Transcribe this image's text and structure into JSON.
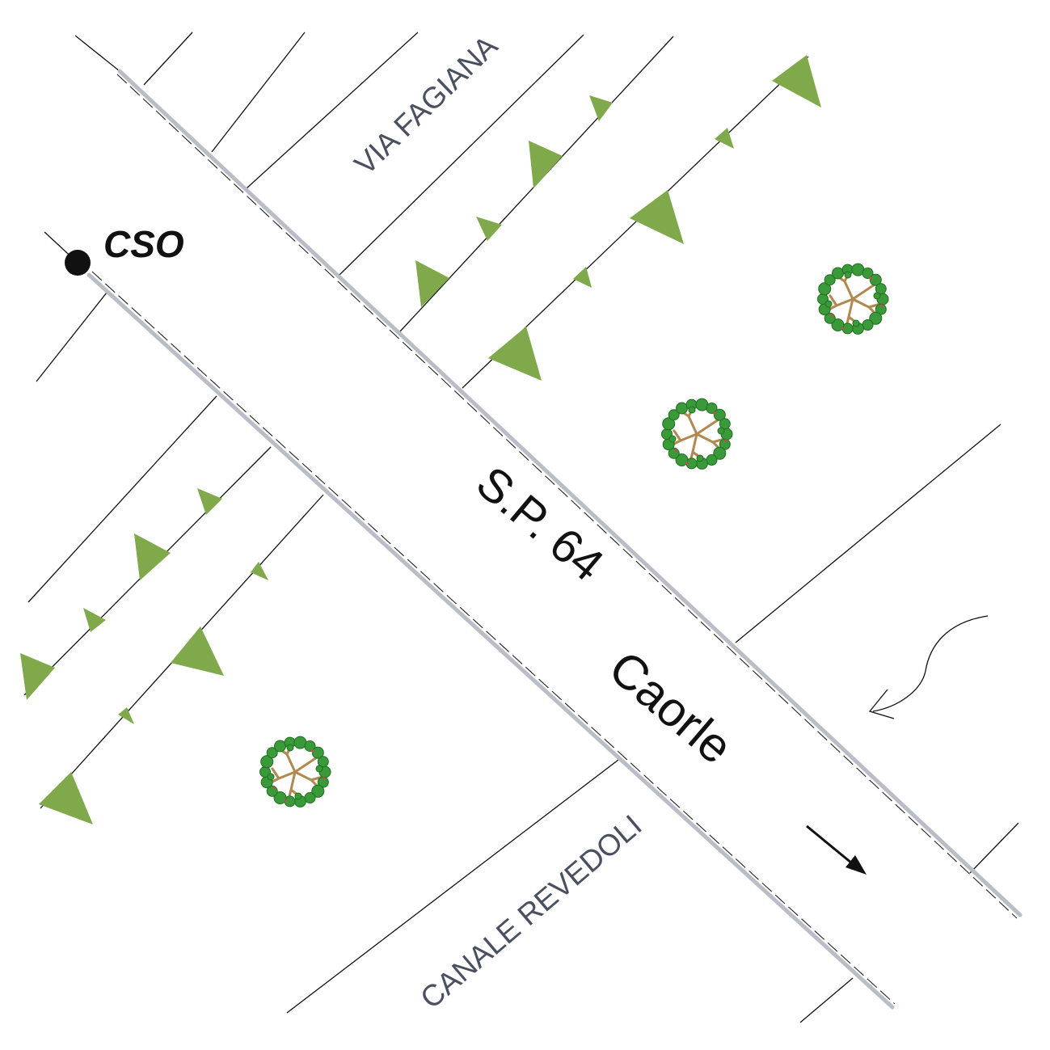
{
  "labels": {
    "via_fagiana": "VIA FAGIANA",
    "cso": "CSO",
    "road_number": "S.P. 64",
    "road_name": "Caorle",
    "canale": "CANALE REVEDOLI"
  },
  "colors": {
    "road": "#b9bdc5",
    "vegetation": "#7fa94a",
    "foliage": "#3a9a3a",
    "foliage_edge": "#1f6f1f",
    "trunk": "#b08850",
    "ink": "#111111",
    "label": "#4a5060"
  },
  "icons": {
    "tree": "tree-icon",
    "hedge": "hedge-triangle",
    "cso_point": "cso-point-marker",
    "flow_arrow": "flow-direction-arrow",
    "curved_arrow": "curved-flow-arrow"
  }
}
